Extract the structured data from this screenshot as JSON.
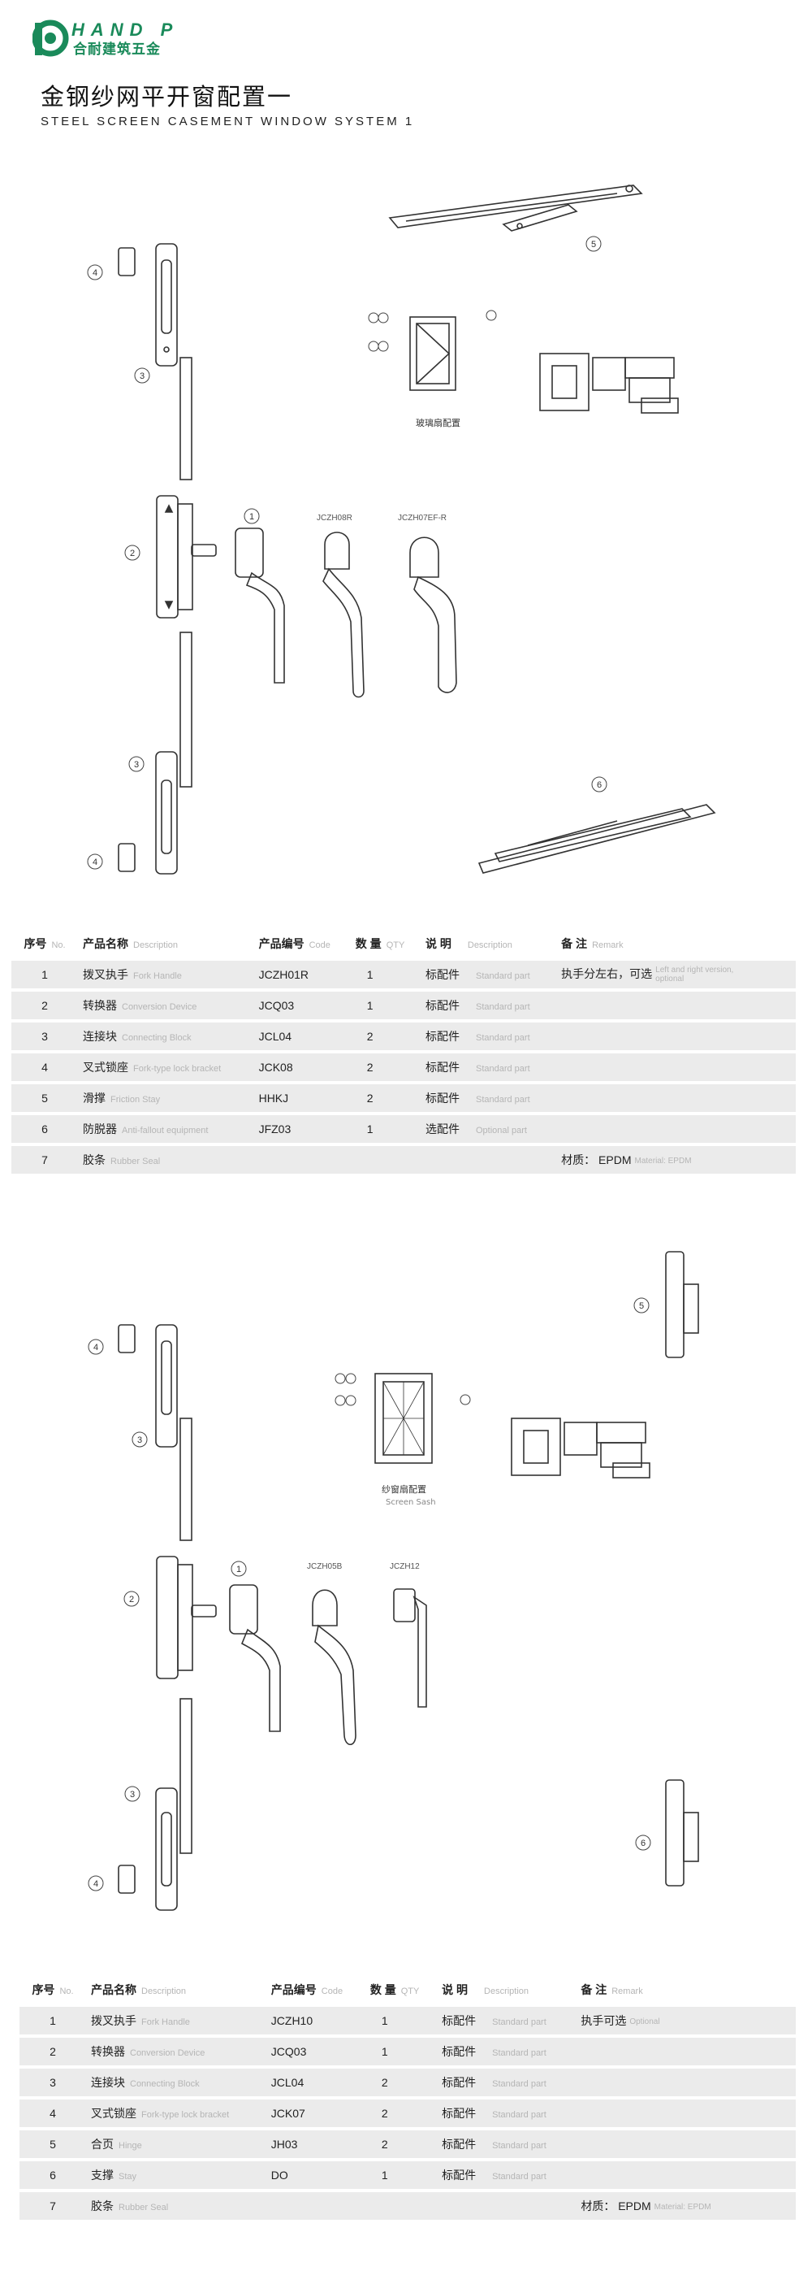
{
  "brand": {
    "wordmark": "HAND P",
    "name_cn": "合耐建筑五金",
    "colors": {
      "brand_green": "#1a8a5a",
      "row_gray": "#ebebeb",
      "muted_text": "#b5b5b5"
    }
  },
  "page": {
    "title_cn": "金钢纱网平开窗配置一",
    "title_en": "STEEL SCREEN CASEMENT WINDOW SYSTEM  1"
  },
  "section1": {
    "handle_codes": [
      "JCZH08R",
      "JCZH07EF-R"
    ],
    "sash_caption_cn": "玻璃扇配置",
    "callouts": [
      "1",
      "2",
      "3",
      "4",
      "5",
      "6"
    ]
  },
  "table_header": {
    "no_cn": "序号",
    "no_en": "No.",
    "name_cn": "产品名称",
    "name_en": "Description",
    "code_cn": "产品编号",
    "code_en": "Code",
    "qty_cn": "数 量",
    "qty_en": "QTY",
    "note_cn": "说 明",
    "note_en": "Description",
    "remark_cn": "备 注",
    "remark_en": "Remark"
  },
  "table1": [
    {
      "no": "1",
      "name_cn": "拨叉执手",
      "name_en": "Fork Handle",
      "code": "JCZH01R",
      "qty": "1",
      "note_cn": "标配件",
      "note_en": "Standard part",
      "remark_cn": "执手分左右，可选",
      "remark_en": "Left and right version, optional"
    },
    {
      "no": "2",
      "name_cn": "转换器",
      "name_en": "Conversion Device",
      "code": "JCQ03",
      "qty": "1",
      "note_cn": "标配件",
      "note_en": "Standard part",
      "remark_cn": "",
      "remark_en": ""
    },
    {
      "no": "3",
      "name_cn": "连接块",
      "name_en": "Connecting Block",
      "code": "JCL04",
      "qty": "2",
      "note_cn": "标配件",
      "note_en": "Standard part",
      "remark_cn": "",
      "remark_en": ""
    },
    {
      "no": "4",
      "name_cn": "叉式锁座",
      "name_en": "Fork-type lock bracket",
      "code": "JCK08",
      "qty": "2",
      "note_cn": "标配件",
      "note_en": "Standard part",
      "remark_cn": "",
      "remark_en": ""
    },
    {
      "no": "5",
      "name_cn": "滑撑",
      "name_en": "Friction Stay",
      "code": "HHKJ",
      "qty": "2",
      "note_cn": "标配件",
      "note_en": "Standard part",
      "remark_cn": "",
      "remark_en": ""
    },
    {
      "no": "6",
      "name_cn": "防脱器",
      "name_en": "Anti-fallout equipment",
      "code": "JFZ03",
      "qty": "1",
      "note_cn": "选配件",
      "note_en": "Optional part",
      "remark_cn": "",
      "remark_en": ""
    },
    {
      "no": "7",
      "name_cn": "胶条",
      "name_en": "Rubber Seal",
      "code": "",
      "qty": "",
      "note_cn": "",
      "note_en": "",
      "remark_cn": "材质： EPDM",
      "remark_en": "Material: EPDM"
    }
  ],
  "section2": {
    "handle_codes": [
      "JCZH05B",
      "JCZH12"
    ],
    "sash_caption_cn": "纱窗扇配置",
    "sash_caption_en": "Screen Sash",
    "callouts": [
      "1",
      "2",
      "3",
      "4",
      "5",
      "6"
    ]
  },
  "table2": [
    {
      "no": "1",
      "name_cn": "拨叉执手",
      "name_en": "Fork Handle",
      "code": "JCZH10",
      "qty": "1",
      "note_cn": "标配件",
      "note_en": "Standard part",
      "remark_cn": "执手可选",
      "remark_en": "Optional"
    },
    {
      "no": "2",
      "name_cn": "转换器",
      "name_en": "Conversion Device",
      "code": "JCQ03",
      "qty": "1",
      "note_cn": "标配件",
      "note_en": "Standard part",
      "remark_cn": "",
      "remark_en": ""
    },
    {
      "no": "3",
      "name_cn": "连接块",
      "name_en": "Connecting Block",
      "code": "JCL04",
      "qty": "2",
      "note_cn": "标配件",
      "note_en": "Standard part",
      "remark_cn": "",
      "remark_en": ""
    },
    {
      "no": "4",
      "name_cn": "叉式锁座",
      "name_en": "Fork-type lock bracket",
      "code": "JCK07",
      "qty": "2",
      "note_cn": "标配件",
      "note_en": "Standard part",
      "remark_cn": "",
      "remark_en": ""
    },
    {
      "no": "5",
      "name_cn": "合页",
      "name_en": "Hinge",
      "code": "JH03",
      "qty": "2",
      "note_cn": "标配件",
      "note_en": "Standard part",
      "remark_cn": "",
      "remark_en": ""
    },
    {
      "no": "6",
      "name_cn": "支撑",
      "name_en": "Stay",
      "code": "DO",
      "qty": "1",
      "note_cn": "标配件",
      "note_en": "Standard part",
      "remark_cn": "",
      "remark_en": ""
    },
    {
      "no": "7",
      "name_cn": "胶条",
      "name_en": "Rubber Seal",
      "code": "",
      "qty": "",
      "note_cn": "",
      "note_en": "",
      "remark_cn": "材质： EPDM",
      "remark_en": "Material: EPDM"
    }
  ]
}
